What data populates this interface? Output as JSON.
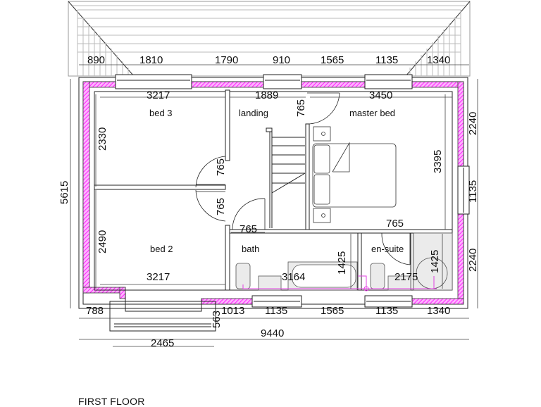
{
  "drawing": {
    "title": "FIRST FLOOR",
    "type": "architectural floor plan",
    "colors": {
      "wall_hatch": "#ff33ff",
      "wall_hatch_light": "#ffccff",
      "line": "#222222",
      "roof_line": "#9a9a9a",
      "plumbing": "#e040e0",
      "wet_area": "#ebebeb"
    }
  },
  "rooms": [
    {
      "name": "bed 3",
      "width": "3217",
      "depth": "2330"
    },
    {
      "name": "landing",
      "width": "1889"
    },
    {
      "name": "master bed",
      "width": "3450",
      "depth": "3395"
    },
    {
      "name": "bed 2",
      "width": "3217",
      "depth": "2490"
    },
    {
      "name": "bath",
      "width": "3164",
      "depth": "1425"
    },
    {
      "name": "en-suite",
      "width": "2175",
      "depth": "1425"
    }
  ],
  "doors": {
    "bed3_door": "765",
    "bed2_door": "765",
    "bath_door": "765",
    "master_door": "765",
    "ensuite_door": "765"
  },
  "dimensions": {
    "top": [
      "890",
      "1810",
      "1790",
      "910",
      "1565",
      "1135",
      "1340"
    ],
    "bottom": [
      "788",
      "1013",
      "1135",
      "1565",
      "1135",
      "1340"
    ],
    "bay_projection": "563",
    "overall_width": "9440",
    "bay_width": "2465",
    "left_overall": "5615",
    "right": [
      "2240",
      "1135",
      "2240"
    ]
  }
}
